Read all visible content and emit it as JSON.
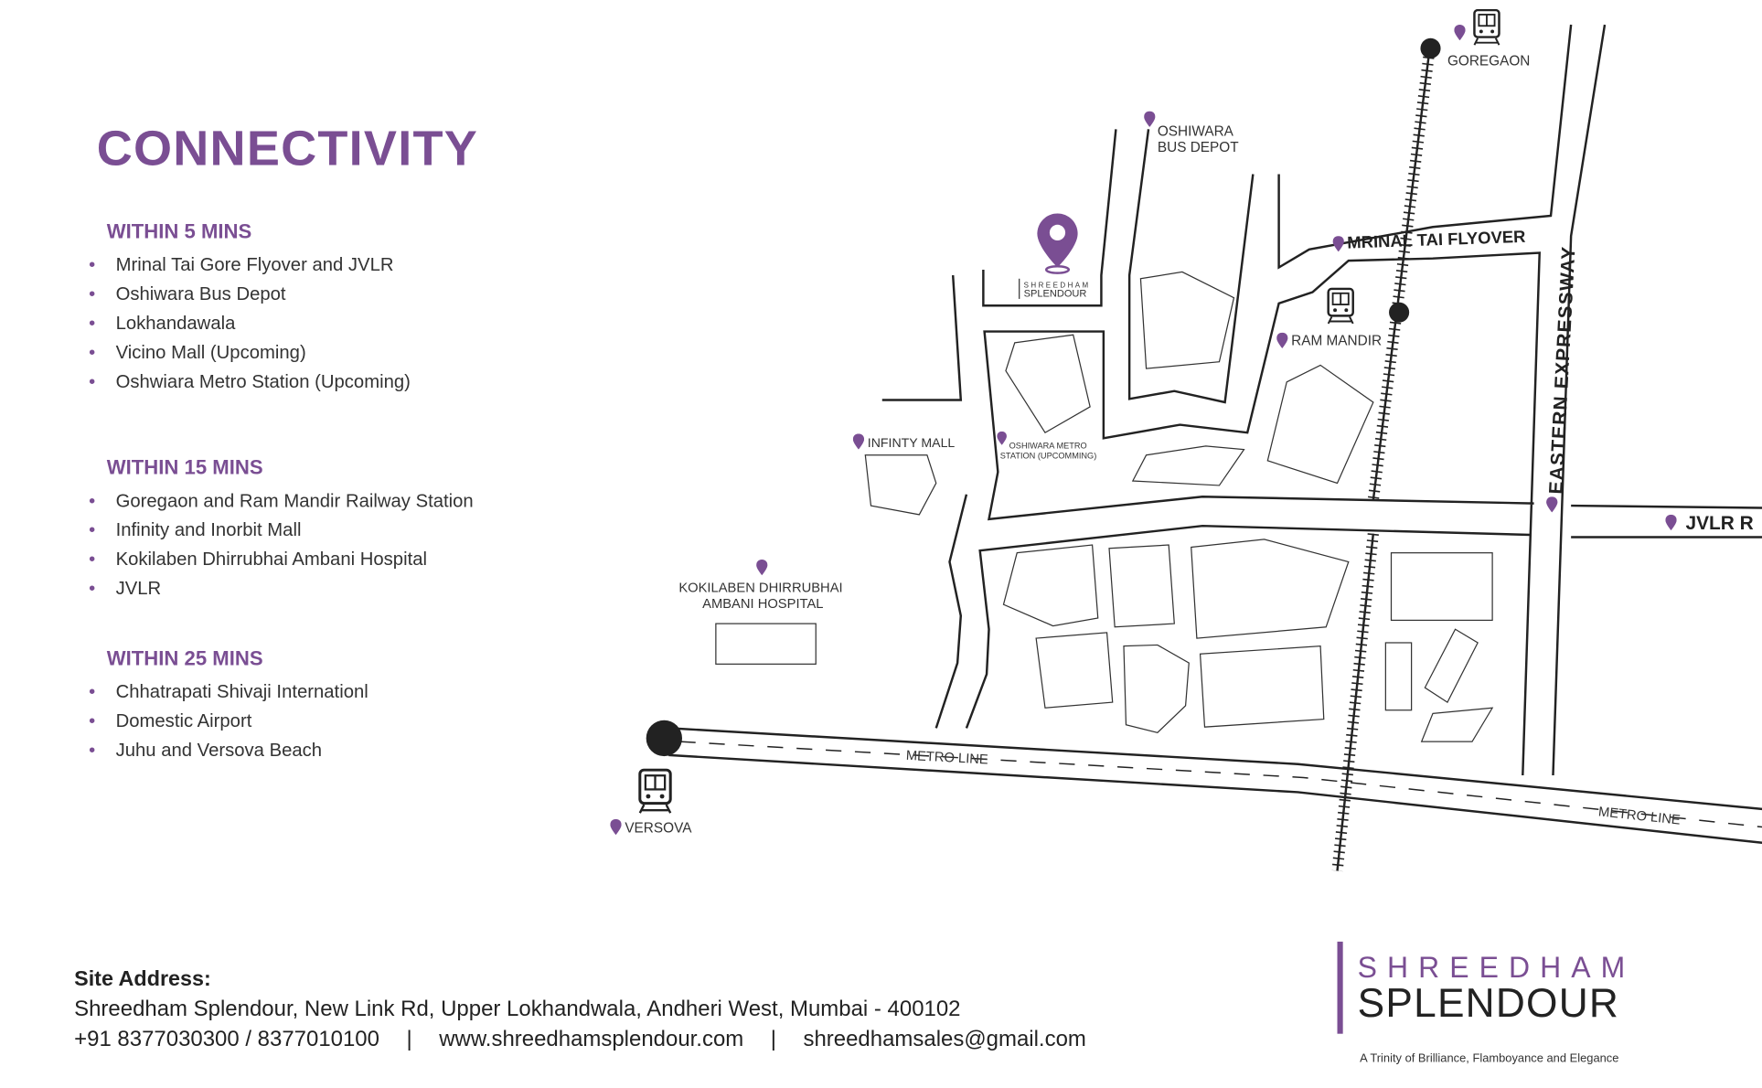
{
  "title": "CONNECTIVITY",
  "sections": [
    {
      "heading": "WITHIN 5 MINS",
      "items": [
        "Mrinal Tai Gore Flyover and JVLR",
        "Oshiwara Bus Depot",
        "Lokhandawala",
        "Vicino Mall (Upcoming)",
        "Oshwiara Metro Station (Upcoming)"
      ]
    },
    {
      "heading": "WITHIN 15 MINS",
      "items": [
        "Goregaon and Ram Mandir Railway Station",
        "Infinity and Inorbit Mall",
        "Kokilaben Dhirrubhai Ambani Hospital",
        "JVLR"
      ]
    },
    {
      "heading": "WITHIN 25 MINS",
      "items": [
        "Chhatrapati Shivaji Internationl",
        "Domestic Airport",
        "Juhu and Versova Beach"
      ]
    }
  ],
  "map": {
    "goregaon": "GOREGAON",
    "oshiwara_bus_1": "OSHIWARA",
    "oshiwara_bus_2": "BUS DEPOT",
    "mrinal_tai": "MRINAL TAI FLYOVER",
    "ram_mandir": "RAM MANDIR",
    "eastern_express": "EASTERN EXPRESSWAY",
    "jvlr": "JVLR R",
    "infinity_mall": "INFINTY MALL",
    "metro_1": "OSHIWARA METRO",
    "metro_2": "STATION (UPCOMMING)",
    "kokilaben_1": "KOKILABEN DHIRRUBHAI",
    "kokilaben_2": "AMBANI HOSPITAL",
    "metro_line_1": "METRO LINE",
    "metro_line_2": "METRO LINE",
    "versova": "VERSOVA",
    "site_1": "SHREEDHAM",
    "site_2": "SPLENDOUR"
  },
  "footer": {
    "address_label": "Site Address:",
    "address": "Shreedham Splendour, New Link Rd, Upper Lokhandwala, Andheri West, Mumbai - 400102",
    "phone": "+91 8377030300 / 8377010100",
    "sep": "|",
    "website": "www.shreedhamsplendour.com",
    "email": "shreedhamsales@gmail.com"
  },
  "logo": {
    "line1": "SHREEDHAM",
    "line2": "SPLENDOUR",
    "tagline": "A Trinity of Brilliance, Flamboyance and Elegance"
  },
  "colors": {
    "accent": "#7a4e93",
    "road": "#222222"
  }
}
